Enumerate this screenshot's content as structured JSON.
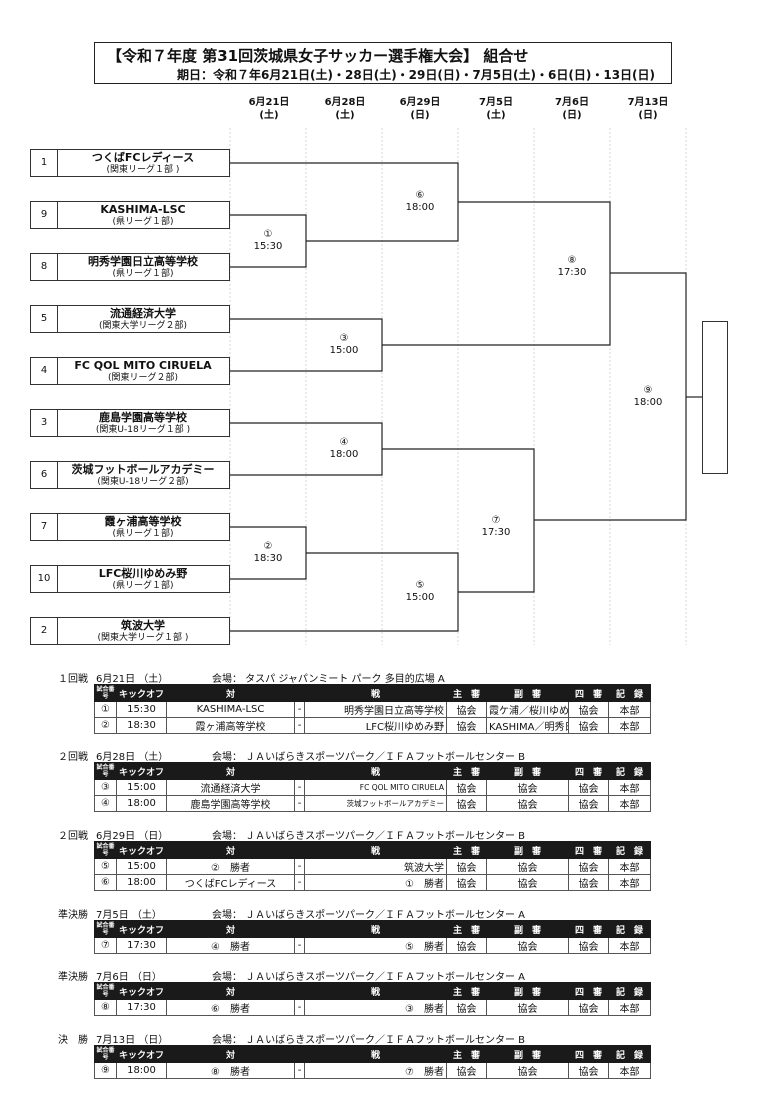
{
  "header": {
    "title": "【令和７年度 第31回茨城県女子サッカー選手権大会】 組合せ",
    "dates": "期日：令和７年6月21日(土)・28日(土)・29日(日)・7月5日(土)・6日(日)・13日(日)"
  },
  "date_columns": [
    {
      "date": "6月21日",
      "day": "(土)"
    },
    {
      "date": "6月28日",
      "day": "(土)"
    },
    {
      "date": "6月29日",
      "day": "(日)"
    },
    {
      "date": "7月5日",
      "day": "(土)"
    },
    {
      "date": "7月6日",
      "day": "(日)"
    },
    {
      "date": "7月13日",
      "day": "(日)"
    }
  ],
  "teams": [
    {
      "seed": "1",
      "name": "つくばFCレディース",
      "league": "(関東リーグ１部 )"
    },
    {
      "seed": "9",
      "name": "KASHIMA-LSC",
      "league": "(県リーグ１部)"
    },
    {
      "seed": "8",
      "name": "明秀学園日立高等学校",
      "league": "(県リーグ１部)"
    },
    {
      "seed": "5",
      "name": "流通経済大学",
      "league": "(関東大学リーグ２部)"
    },
    {
      "seed": "4",
      "name": "FC QOL MITO CIRUELA",
      "league": "(関東リーグ２部)"
    },
    {
      "seed": "3",
      "name": "鹿島学園高等学校",
      "league": "(関東U-18リーグ１部 )"
    },
    {
      "seed": "6",
      "name": "茨城フットボールアカデミー",
      "league": "(関東U-18リーグ２部)"
    },
    {
      "seed": "7",
      "name": "霞ヶ浦高等学校",
      "league": "(県リーグ１部)"
    },
    {
      "seed": "10",
      "name": "LFC桜川ゆめみ野",
      "league": "(県リーグ１部)"
    },
    {
      "seed": "2",
      "name": "筑波大学",
      "league": "(関東大学リーグ１部 )"
    }
  ],
  "match_labels": [
    {
      "num": "①",
      "time": "15:30"
    },
    {
      "num": "②",
      "time": "18:30"
    },
    {
      "num": "③",
      "time": "15:00"
    },
    {
      "num": "④",
      "time": "18:00"
    },
    {
      "num": "⑤",
      "time": "15:00"
    },
    {
      "num": "⑥",
      "time": "18:00"
    },
    {
      "num": "⑦",
      "time": "17:30"
    },
    {
      "num": "⑧",
      "time": "17:30"
    },
    {
      "num": "⑨",
      "time": "18:00"
    }
  ],
  "table_headers": {
    "match_no": "試合番号",
    "kickoff": "キックオフ",
    "vs": "対",
    "sen": "戦",
    "referee": "主　審",
    "assistant": "副　審",
    "fourth": "四　審",
    "record": "記　録"
  },
  "rounds": [
    {
      "round": "１回戦",
      "date": "6月21日 （土）",
      "venue": "会場： タスパ ジャパンミート パーク 多目的広場 A",
      "matches": [
        {
          "no": "①",
          "kickoff": "15:30",
          "home": "KASHIMA-LSC",
          "sep": "-",
          "away": "明秀学園日立高等学校",
          "referee": "協会",
          "assistant": "霞ケ浦／桜川ゆめみ野",
          "fourth": "協会",
          "record": "本部"
        },
        {
          "no": "②",
          "kickoff": "18:30",
          "home": "霞ヶ浦高等学校",
          "sep": "-",
          "away": "LFC桜川ゆめみ野",
          "referee": "協会",
          "assistant": "KASHIMA／明秀日立",
          "fourth": "協会",
          "record": "本部"
        }
      ]
    },
    {
      "round": "２回戦",
      "date": "6月28日 （土）",
      "venue": "会場： ＪＡいばらきスポーツパーク／ＩＦＡフットボールセンター B",
      "matches": [
        {
          "no": "③",
          "kickoff": "15:00",
          "home": "流通経済大学",
          "sep": "-",
          "away": "FC QOL MITO CIRUELA",
          "referee": "協会",
          "assistant": "協会",
          "fourth": "協会",
          "record": "本部"
        },
        {
          "no": "④",
          "kickoff": "18:00",
          "home": "鹿島学園高等学校",
          "sep": "-",
          "away": "茨城フットボールアカデミー",
          "referee": "協会",
          "assistant": "協会",
          "fourth": "協会",
          "record": "本部"
        }
      ]
    },
    {
      "round": "２回戦",
      "date": "6月29日 （日）",
      "venue": "会場： ＪＡいばらきスポーツパーク／ＩＦＡフットボールセンター B",
      "matches": [
        {
          "no": "⑤",
          "kickoff": "15:00",
          "home": "②　勝者",
          "sep": "-",
          "away": "筑波大学",
          "referee": "協会",
          "assistant": "協会",
          "fourth": "協会",
          "record": "本部"
        },
        {
          "no": "⑥",
          "kickoff": "18:00",
          "home": "つくばFCレディース",
          "sep": "-",
          "away": "①　勝者",
          "referee": "協会",
          "assistant": "協会",
          "fourth": "協会",
          "record": "本部"
        }
      ]
    },
    {
      "round": "準決勝",
      "date": "7月5日 （土）",
      "venue": "会場： ＪＡいばらきスポーツパーク／ＩＦＡフットボールセンター A",
      "matches": [
        {
          "no": "⑦",
          "kickoff": "17:30",
          "home": "④　勝者",
          "sep": "-",
          "away": "⑤　勝者",
          "referee": "協会",
          "assistant": "協会",
          "fourth": "協会",
          "record": "本部"
        }
      ]
    },
    {
      "round": "準決勝",
      "date": "7月6日 （日）",
      "venue": "会場： ＪＡいばらきスポーツパーク／ＩＦＡフットボールセンター A",
      "matches": [
        {
          "no": "⑧",
          "kickoff": "17:30",
          "home": "⑥　勝者",
          "sep": "-",
          "away": "③　勝者",
          "referee": "協会",
          "assistant": "協会",
          "fourth": "協会",
          "record": "本部"
        }
      ]
    },
    {
      "round": "決　勝",
      "date": "7月13日 （日）",
      "venue": "会場： ＪＡいばらきスポーツパーク／ＩＦＡフットボールセンター B",
      "matches": [
        {
          "no": "⑨",
          "kickoff": "18:00",
          "home": "⑧　勝者",
          "sep": "-",
          "away": "⑦　勝者",
          "referee": "協会",
          "assistant": "協会",
          "fourth": "協会",
          "record": "本部"
        }
      ]
    }
  ]
}
